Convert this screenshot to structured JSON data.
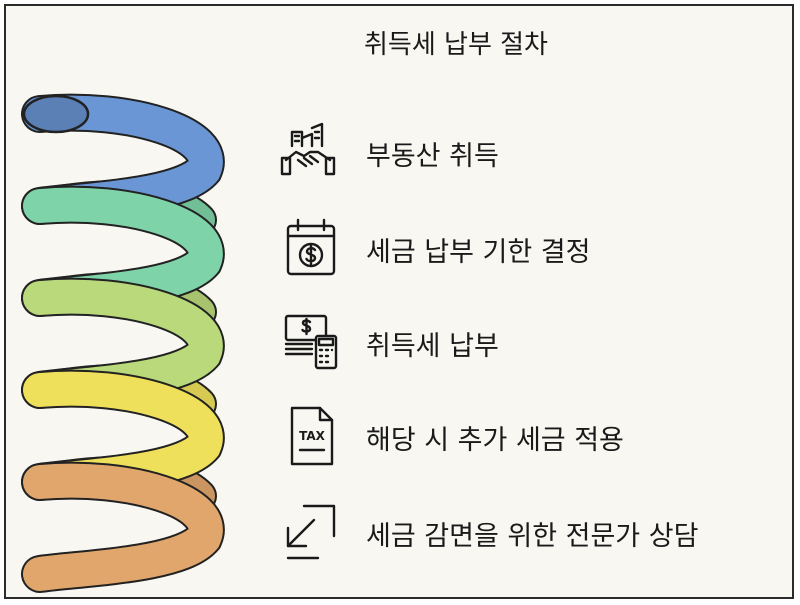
{
  "title": "취득세 납부 절차",
  "steps": [
    {
      "label": "부동산 취득",
      "icon": "property-handshake-icon",
      "color": "#6a96d6"
    },
    {
      "label": "세금 납부 기한 결정",
      "icon": "calendar-dollar-icon",
      "color": "#7fd3a8"
    },
    {
      "label": "취득세 납부",
      "icon": "cash-calculator-icon",
      "color": "#b9d97a"
    },
    {
      "label": "해당 시 추가 세금 적용",
      "icon": "tax-document-icon",
      "color": "#efe05c"
    },
    {
      "label": "세금 감면을 위한 전문가 상담",
      "icon": "diagonal-arrow-icon",
      "color": "#e0a66c"
    }
  ]
}
